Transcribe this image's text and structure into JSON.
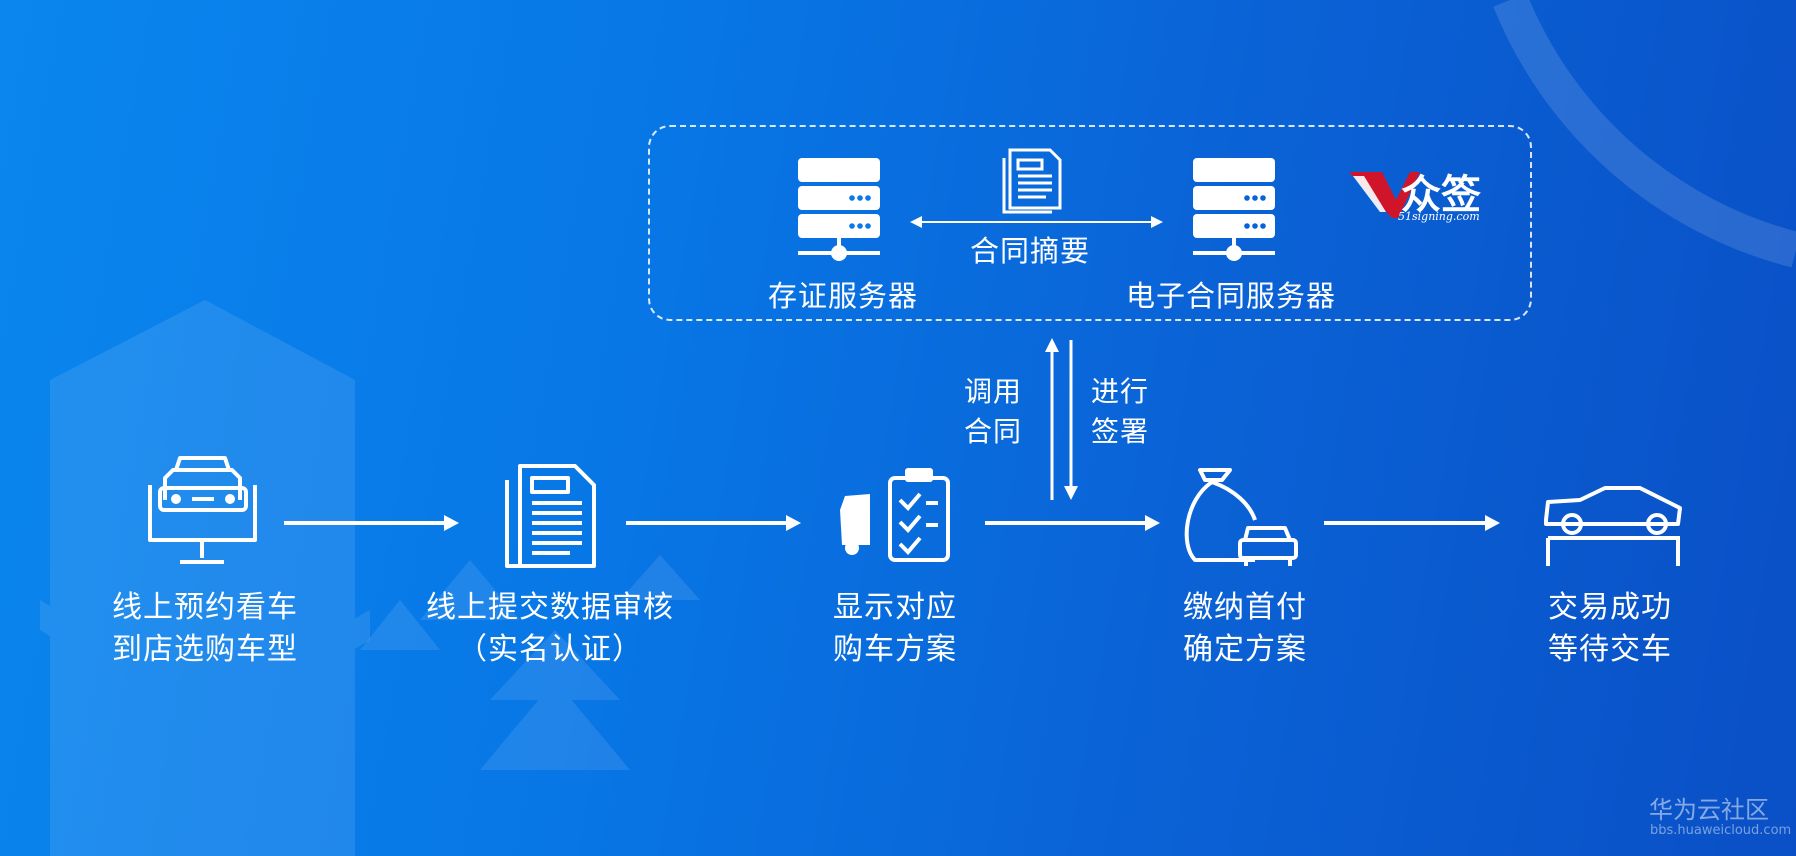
{
  "colors": {
    "bg_start": "#0a86ee",
    "bg_end": "#0a4fc6",
    "foreground": "#ffffff",
    "logo_red": "#d0152b"
  },
  "top_box": {
    "evidence_server_label": "存证服务器",
    "econtract_server_label": "电子合同服务器",
    "digest_label": "合同摘要",
    "logo_text": "众签",
    "logo_sub": "51signing.com"
  },
  "call_labels": {
    "call_contract": [
      "调用",
      "合同"
    ],
    "do_signing": [
      "进行",
      "签署"
    ]
  },
  "steps": [
    {
      "icon": "monitor-car-icon",
      "lines": [
        "线上预约看车",
        "到店选购车型"
      ]
    },
    {
      "icon": "document-icon",
      "lines": [
        "线上提交数据审核",
        "（实名认证）"
      ]
    },
    {
      "icon": "car-checklist-icon",
      "lines": [
        "显示对应",
        "购车方案"
      ]
    },
    {
      "icon": "money-bag-car-icon",
      "lines": [
        "缴纳首付",
        "确定方案"
      ]
    },
    {
      "icon": "sports-car-icon",
      "lines": [
        "交易成功",
        "等待交车"
      ]
    }
  ],
  "watermark": {
    "title": "华为云社区",
    "url": "bbs.huaweicloud.com"
  }
}
